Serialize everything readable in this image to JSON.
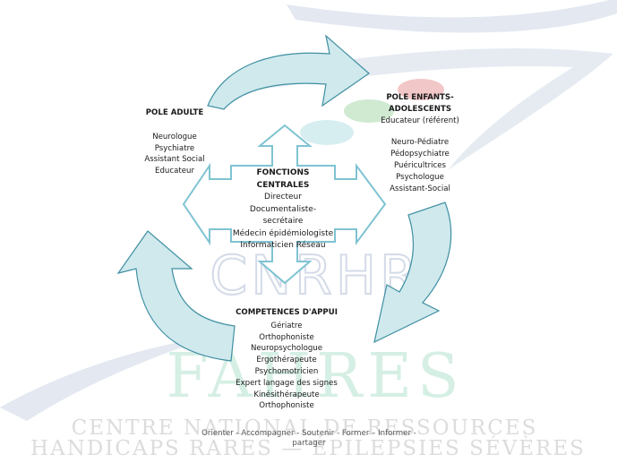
{
  "pole_adulte": {
    "title": "POLE ADULTE",
    "items": [
      "Neurologue",
      "Psychiatre",
      "Assistant Social",
      "Educateur"
    ]
  },
  "pole_enfants": {
    "title_line1": "POLE ENFANTS-",
    "title_line2": "ADOLESCENTS",
    "referent": "Educateur (référent)",
    "items": [
      "Neuro-Pédiatre",
      "Pédopsychiatre",
      "Puéricultrices",
      "Psychologue",
      "Assistant-Social"
    ]
  },
  "fonctions_centrales": {
    "title": "FONCTIONS CENTRALES",
    "items": [
      "Directeur",
      "Documentaliste-",
      "secrétaire",
      "Médecin épidémiologiste",
      "Informaticien Réseau"
    ]
  },
  "competences_appui": {
    "title": "COMPETENCES D'APPUI",
    "items": [
      "Gériatre",
      "Orthophoniste",
      "Neuropsychologue",
      "Ergothérapeute",
      "Psychomotricien",
      "Expert langage des signes",
      "Kinésithérapeute",
      "Orthophoniste"
    ]
  },
  "watermark": {
    "logo_letters": "CNRHR",
    "logo_name": "FAHRES",
    "line1": "CENTRE NATIONAL DE RESSOURCES",
    "line2": "HANDICAPS RARES — ÉPILEPSIES SÉVÈRES"
  },
  "footer": {
    "tagline_line1": "Orienter - Accompagner - Soutenir - Former – Informer -",
    "tagline_line2": "partager"
  },
  "colors": {
    "arrow_fill": "#cfe9ed",
    "arrow_stroke": "#3f8fa2",
    "cross_fill": "#ffffff",
    "cross_stroke": "#7fc3d2",
    "watermark_blue": "#dce3ee",
    "watermark_teal": "#d6efe4",
    "watermark_gray": "#dedede",
    "ellipse_red": "#f2c7c7",
    "ellipse_green": "#cfead1",
    "ellipse_teal": "#d7eef0"
  }
}
